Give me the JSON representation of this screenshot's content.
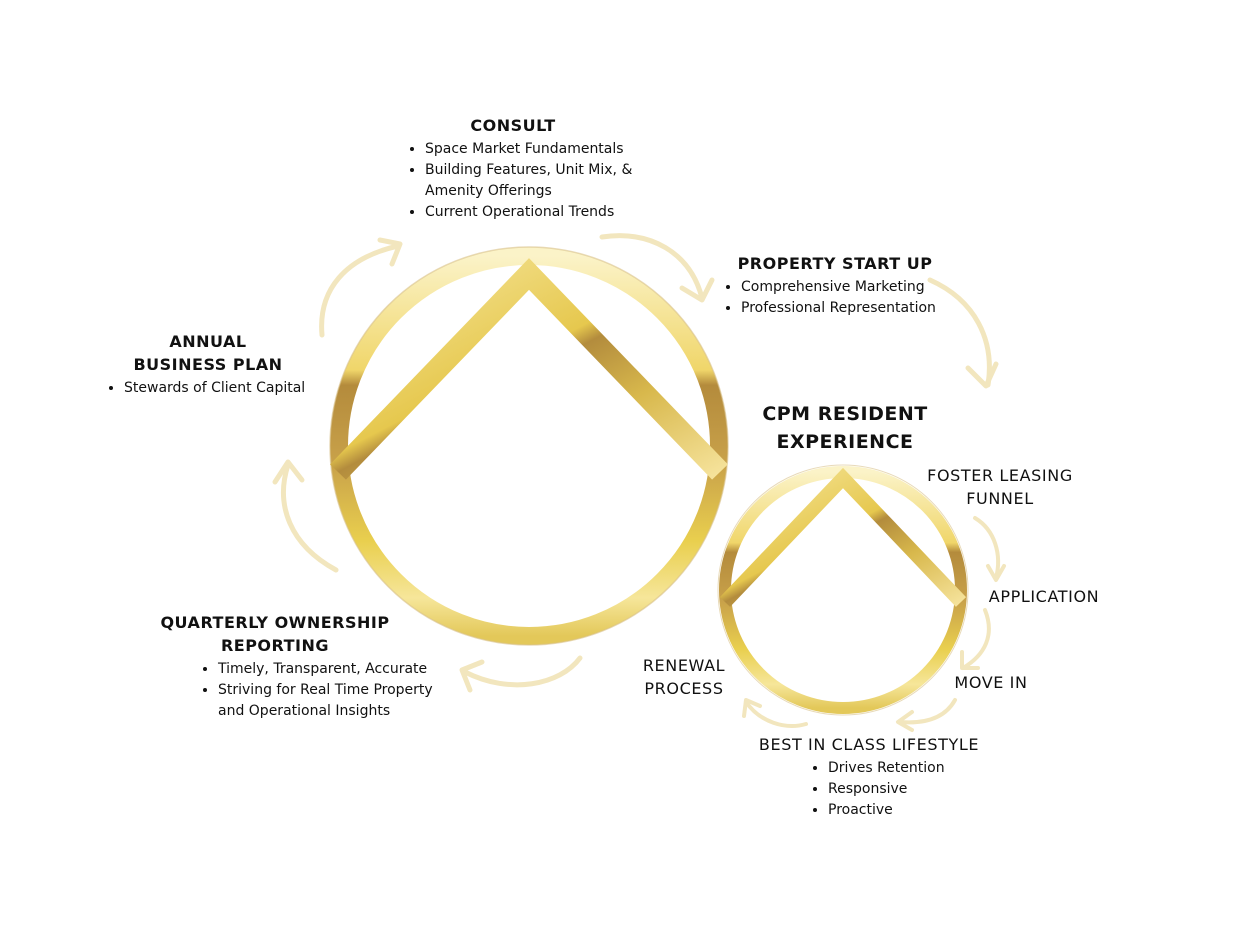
{
  "consult": {
    "title": "CONSULT",
    "items": [
      "Space Market Fundamentals",
      "Building Features, Unit Mix, & Amenity Offerings",
      "Current Operational Trends"
    ]
  },
  "startup": {
    "title": "PROPERTY START UP",
    "items": [
      "Comprehensive Marketing",
      "Professional Representation"
    ]
  },
  "annual": {
    "title_line1": "ANNUAL",
    "title_line2": "BUSINESS PLAN",
    "items": [
      "Stewards of Client Capital"
    ]
  },
  "quarterly": {
    "title_line1": "QUARTERLY OWNERSHIP",
    "title_line2": "REPORTING",
    "items": [
      "Timely, Transparent, Accurate",
      "Striving for Real Time Property and Operational Insights"
    ]
  },
  "resident": {
    "title_line1": "CPM RESIDENT",
    "title_line2": "EXPERIENCE"
  },
  "cycle": {
    "foster_line1": "FOSTER LEASING",
    "foster_line2": "FUNNEL",
    "application": "APPLICATION",
    "move_in": "MOVE IN",
    "renewal_line1": "RENEWAL",
    "renewal_line2": "PROCESS",
    "lifestyle": "BEST IN CLASS LIFESTYLE",
    "lifestyle_items": [
      "Drives Retention",
      "Responsive",
      "Proactive"
    ]
  },
  "colors": {
    "gold_light": "#F5E6A6",
    "gold_mid": "#E0C544",
    "gold_dark": "#B08A3A",
    "arrow": "#F2E6BE"
  }
}
